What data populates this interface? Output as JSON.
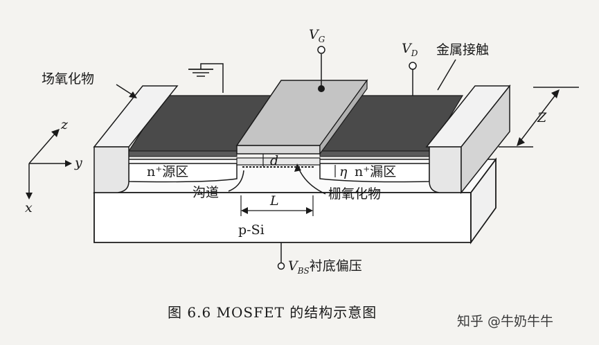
{
  "labels": {
    "field_oxide": "场氧化物",
    "metal_contact": "金属接触",
    "vg": "V",
    "vg_sub": "G",
    "vd": "V",
    "vd_sub": "D",
    "d": "d",
    "eta": "η",
    "source": "n⁺源区",
    "drain": "n⁺漏区",
    "channel": "沟道",
    "gate_oxide": "栅氧化物",
    "L": "L",
    "psi": "p-Si",
    "vbs": "V",
    "vbs_sub": "BS",
    "vbs_suffix": "衬底偏压",
    "z_dim": "Z",
    "axis_z": "z",
    "axis_y": "y",
    "axis_x": "x"
  },
  "caption": "图 6.6   MOSFET 的结构示意图",
  "watermark": "知乎 @牛奶牛牛",
  "colors": {
    "metal": "#4a4a4a",
    "gate": "#c4c4c4",
    "field_oxide": "#e6e6e6",
    "substrate": "#ffffff",
    "line": "#1a1a1a"
  }
}
